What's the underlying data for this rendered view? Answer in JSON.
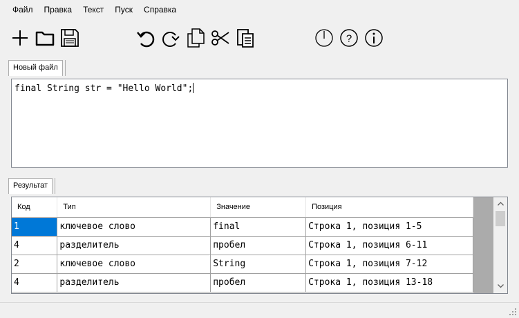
{
  "menu": [
    "Файл",
    "Правка",
    "Текст",
    "Пуск",
    "Справка"
  ],
  "toolbar": {
    "icons": [
      "plus-icon",
      "folder-icon",
      "save-icon",
      "undo-icon",
      "redo-icon",
      "copy-icon",
      "scissors-icon",
      "paste-icon",
      "power-icon",
      "help-icon",
      "info-icon"
    ]
  },
  "editor": {
    "tab_label": "Новый файл",
    "content": "final String str = \"Hello World\";"
  },
  "results": {
    "tab_label": "Результат",
    "columns": [
      "Код",
      "Тип",
      "Значение",
      "Позиция"
    ],
    "rows": [
      [
        "1",
        "ключевое слово",
        "final",
        "Строка 1, позиция 1-5"
      ],
      [
        "4",
        "разделитель",
        "пробел",
        "Строка 1, позиция 6-11"
      ],
      [
        "2",
        "ключевое слово",
        "String",
        "Строка 1, позиция 7-12"
      ],
      [
        "4",
        "разделитель",
        "пробел",
        "Строка 1, позиция 13-18"
      ]
    ],
    "selected_row": 0
  },
  "colors": {
    "selection": "#0078d7",
    "window_bg": "#f0f0f0"
  }
}
